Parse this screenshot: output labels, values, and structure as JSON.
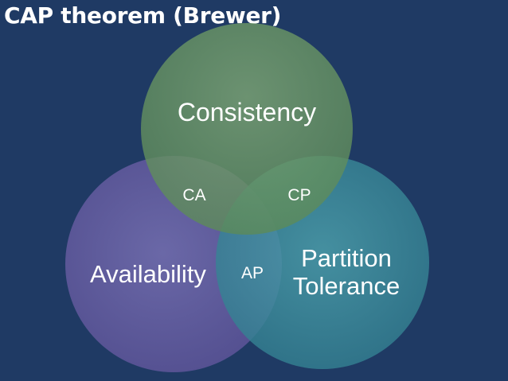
{
  "slide": {
    "title": "CAP theorem (Brewer)"
  },
  "diagram": {
    "sets": [
      {
        "id": "consistency",
        "label": "Consistency",
        "color": "#6f9a66"
      },
      {
        "id": "availability",
        "label": "Availability",
        "color": "#6b66a6"
      },
      {
        "id": "partition",
        "label": "Partition Tolerance",
        "label_lines": [
          "Partition",
          "Tolerance"
        ],
        "color": "#3f8f9f"
      }
    ],
    "intersections": {
      "ca": "CA",
      "cp": "CP",
      "ap": "AP"
    }
  }
}
